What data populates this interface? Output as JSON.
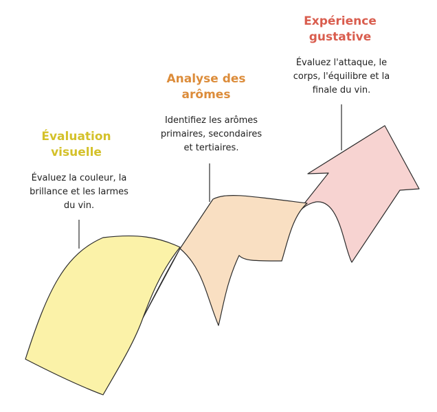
{
  "colors": {
    "step1_title": "#d4c12a",
    "step2_title": "#dc8c3a",
    "step3_title": "#d95d4e",
    "step1_fill": "#fbf2a8",
    "step2_fill": "#f9dfc2",
    "step3_fill": "#f7d3d1",
    "stroke": "#2b2b2b"
  },
  "steps": [
    {
      "title_lines": [
        "Évaluation",
        "visuelle"
      ],
      "desc_lines": [
        "Évaluez la couleur, la",
        "brillance et les larmes",
        "du vin."
      ]
    },
    {
      "title_lines": [
        "Analyse des",
        "arômes"
      ],
      "desc_lines": [
        "Identifiez les arômes",
        "primaires, secondaires",
        "et tertiaires."
      ]
    },
    {
      "title_lines": [
        "Expérience",
        "gustative"
      ],
      "desc_lines": [
        "Évaluez l'attaque, le",
        "corps, l'équilibre et la",
        "finale du vin."
      ]
    }
  ]
}
